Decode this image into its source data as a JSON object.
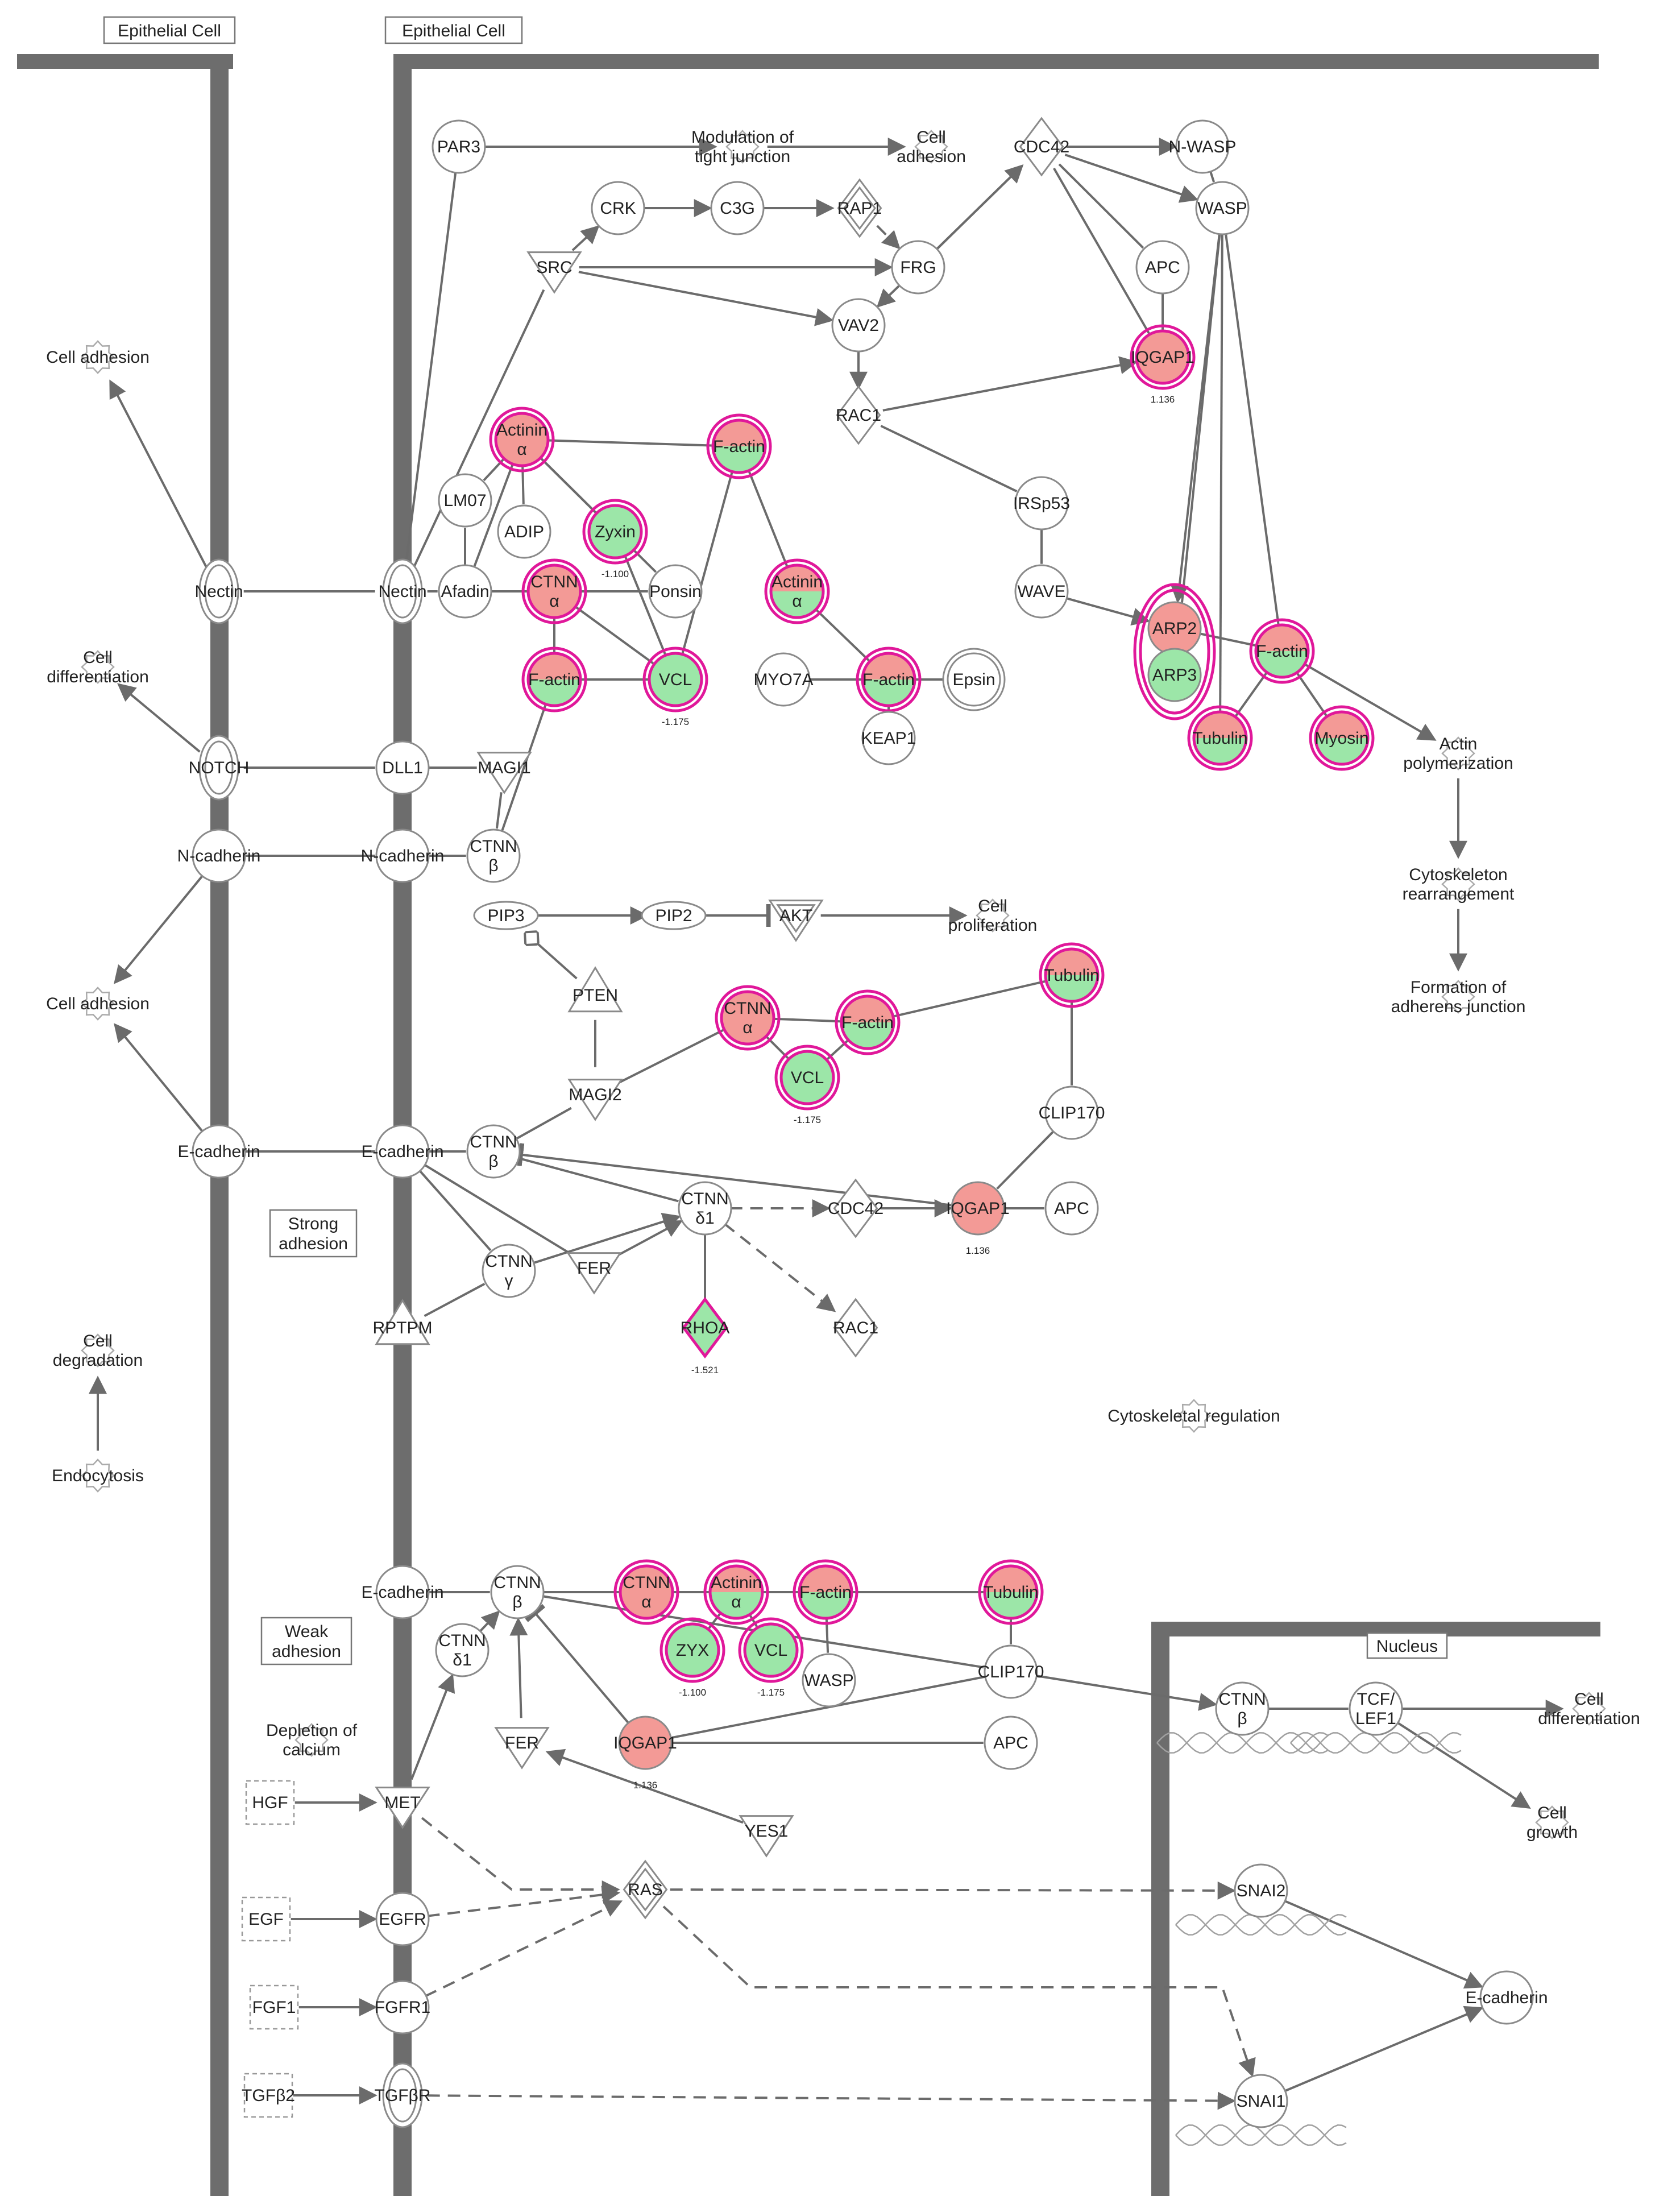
{
  "compartments": {
    "cell1": "Epithelial Cell",
    "cell2": "Epithelial Cell",
    "nucleus": "Nucleus"
  },
  "boxes": {
    "strong": [
      "Strong",
      "adhesion"
    ],
    "weak": [
      "Weak",
      "adhesion"
    ]
  },
  "colors": {
    "up": "#f39a96",
    "down": "#9ce6a8",
    "highlight": "#e0189a",
    "membrane": "#6d6d6d",
    "edge": "#6b6b6b"
  },
  "nodes": [
    {
      "id": "par3",
      "label": [
        "PAR3"
      ]
    },
    {
      "id": "mod_tj",
      "label": [
        "Modulation of",
        "tight junction"
      ],
      "shape": "function"
    },
    {
      "id": "cell_adh_top",
      "label": [
        "Cell",
        "adhesion"
      ],
      "shape": "function"
    },
    {
      "id": "cdc42_top",
      "label": [
        "CDC42"
      ],
      "shape": "diamond"
    },
    {
      "id": "nwasp",
      "label": [
        "N-WASP"
      ]
    },
    {
      "id": "crk",
      "label": [
        "CRK"
      ]
    },
    {
      "id": "c3g",
      "label": [
        "C3G"
      ]
    },
    {
      "id": "rap1",
      "label": [
        "RAP1"
      ],
      "shape": "ddiamond"
    },
    {
      "id": "wasp",
      "label": [
        "WASP"
      ]
    },
    {
      "id": "src",
      "label": [
        "SRC"
      ],
      "shape": "tridown"
    },
    {
      "id": "frg",
      "label": [
        "FRG"
      ]
    },
    {
      "id": "apc_top",
      "label": [
        "APC"
      ]
    },
    {
      "id": "vav2",
      "label": [
        "VAV2"
      ]
    },
    {
      "id": "iqgap1_top",
      "label": [
        "IQGAP1"
      ],
      "fc": "1.136",
      "expr": "up",
      "hl": true
    },
    {
      "id": "cell_adh_left1",
      "label": [
        "Cell adhesion"
      ],
      "shape": "function"
    },
    {
      "id": "rac1_top",
      "label": [
        "RAC1"
      ],
      "shape": "diamond"
    },
    {
      "id": "actinin_a1",
      "label": [
        "Actinin",
        "α"
      ],
      "expr": "up",
      "hl": true
    },
    {
      "id": "factin1",
      "label": [
        "F-actin"
      ],
      "expr": "split",
      "hl": true
    },
    {
      "id": "lm07",
      "label": [
        "LM07"
      ]
    },
    {
      "id": "adip",
      "label": [
        "ADIP"
      ]
    },
    {
      "id": "zyxin",
      "label": [
        "Zyxin"
      ],
      "fc": "-1.100",
      "expr": "down",
      "hl": true
    },
    {
      "id": "irsp53",
      "label": [
        "IRSp53"
      ]
    },
    {
      "id": "nectin_l",
      "label": [
        "Nectin"
      ],
      "shape": "ellipse2"
    },
    {
      "id": "nectin_r",
      "label": [
        "Nectin"
      ],
      "shape": "ellipse2"
    },
    {
      "id": "afadin",
      "label": [
        "Afadin"
      ]
    },
    {
      "id": "ctnna1",
      "label": [
        "CTNN",
        "α"
      ],
      "expr": "up",
      "hl": true
    },
    {
      "id": "ponsin",
      "label": [
        "Ponsin"
      ]
    },
    {
      "id": "actinin_a2",
      "label": [
        "Actinin",
        "α"
      ],
      "expr": "split",
      "hl": true
    },
    {
      "id": "wave",
      "label": [
        "WAVE"
      ]
    },
    {
      "id": "arp2",
      "label": [
        "ARP2"
      ],
      "expr": "up"
    },
    {
      "id": "arp3",
      "label": [
        "ARP3"
      ],
      "expr": "down"
    },
    {
      "id": "factin_r",
      "label": [
        "F-actin"
      ],
      "expr": "split",
      "hl": true
    },
    {
      "id": "cell_diff_left",
      "label": [
        "Cell",
        "differentiation"
      ],
      "shape": "function"
    },
    {
      "id": "factin2",
      "label": [
        "F-actin"
      ],
      "expr": "split",
      "hl": true
    },
    {
      "id": "vcl1",
      "label": [
        "VCL"
      ],
      "fc": "-1.175",
      "expr": "down",
      "hl": true
    },
    {
      "id": "myo7a",
      "label": [
        "MYO7A"
      ]
    },
    {
      "id": "factin3",
      "label": [
        "F-actin"
      ],
      "expr": "split",
      "hl": true
    },
    {
      "id": "epsin",
      "label": [
        "Epsin"
      ],
      "shape": "circle2"
    },
    {
      "id": "tubulin1",
      "label": [
        "Tubulin"
      ],
      "expr": "split",
      "hl": true
    },
    {
      "id": "myosin",
      "label": [
        "Myosin"
      ],
      "expr": "split",
      "hl": true
    },
    {
      "id": "actin_poly",
      "label": [
        "Actin",
        "polymerization"
      ],
      "shape": "function"
    },
    {
      "id": "notch",
      "label": [
        "NOTCH"
      ],
      "shape": "ellipse2"
    },
    {
      "id": "dll1",
      "label": [
        "DLL1"
      ]
    },
    {
      "id": "magi1",
      "label": [
        "MAGI1"
      ],
      "shape": "tridown"
    },
    {
      "id": "keap1",
      "label": [
        "KEAP1"
      ]
    },
    {
      "id": "ncad_l",
      "label": [
        "N-cadherin"
      ]
    },
    {
      "id": "ncad_r",
      "label": [
        "N-cadherin"
      ]
    },
    {
      "id": "ctnnb1",
      "label": [
        "CTNN",
        "β"
      ]
    },
    {
      "id": "cyto_rearr",
      "label": [
        "Cytoskeleton",
        "rearrangement"
      ],
      "shape": "function"
    },
    {
      "id": "pip3",
      "label": [
        "PIP3"
      ],
      "shape": "oval"
    },
    {
      "id": "pip2",
      "label": [
        "PIP2"
      ],
      "shape": "oval"
    },
    {
      "id": "akt",
      "label": [
        "AKT"
      ],
      "shape": "tridown2"
    },
    {
      "id": "cell_prolif",
      "label": [
        "Cell",
        "proliferation"
      ],
      "shape": "function"
    },
    {
      "id": "tubulin2",
      "label": [
        "Tubulin"
      ],
      "expr": "split",
      "hl": true
    },
    {
      "id": "pten",
      "label": [
        "PTEN"
      ],
      "shape": "triup"
    },
    {
      "id": "ctnna2",
      "label": [
        "CTNN",
        "α"
      ],
      "expr": "up",
      "hl": true
    },
    {
      "id": "factin4",
      "label": [
        "F-actin"
      ],
      "expr": "split",
      "hl": true
    },
    {
      "id": "cell_adh_left2",
      "label": [
        "Cell adhesion"
      ],
      "shape": "function"
    },
    {
      "id": "form_aj",
      "label": [
        "Formation of",
        "adherens junction"
      ],
      "shape": "function"
    },
    {
      "id": "vcl2",
      "label": [
        "VCL"
      ],
      "fc": "-1.175",
      "expr": "down",
      "hl": true
    },
    {
      "id": "magi2",
      "label": [
        "MAGI2"
      ],
      "shape": "tridown"
    },
    {
      "id": "clip170_1",
      "label": [
        "CLIP170"
      ]
    },
    {
      "id": "ecad_l1",
      "label": [
        "E-cadherin"
      ]
    },
    {
      "id": "ecad_r1",
      "label": [
        "E-cadherin"
      ]
    },
    {
      "id": "ctnnb2",
      "label": [
        "CTNN",
        "β"
      ]
    },
    {
      "id": "ctnnd1_1",
      "label": [
        "CTNN",
        "δ1"
      ]
    },
    {
      "id": "cdc42_mid",
      "label": [
        "CDC42"
      ],
      "shape": "diamond"
    },
    {
      "id": "iqgap1_mid",
      "label": [
        "IQGAP1"
      ],
      "fc": "1.136",
      "expr": "up"
    },
    {
      "id": "apc_mid",
      "label": [
        "APC"
      ]
    },
    {
      "id": "ctnng",
      "label": [
        "CTNN",
        "γ"
      ]
    },
    {
      "id": "fer1",
      "label": [
        "FER"
      ],
      "shape": "tridown"
    },
    {
      "id": "cell_degr",
      "label": [
        "Cell",
        "degradation"
      ],
      "shape": "function"
    },
    {
      "id": "rptpm",
      "label": [
        "RPTPM"
      ],
      "shape": "triup"
    },
    {
      "id": "rhoa",
      "label": [
        "RHOA"
      ],
      "fc": "-1.521",
      "expr": "down",
      "shape": "diamond",
      "hl": true
    },
    {
      "id": "rac1_mid",
      "label": [
        "RAC1"
      ],
      "shape": "diamond"
    },
    {
      "id": "cyto_reg",
      "label": [
        "Cytoskeletal regulation"
      ],
      "shape": "function"
    },
    {
      "id": "endocytosis",
      "label": [
        "Endocytosis"
      ],
      "shape": "function"
    },
    {
      "id": "ecad_r2",
      "label": [
        "E-cadherin"
      ]
    },
    {
      "id": "ctnnb3",
      "label": [
        "CTNN",
        "β"
      ]
    },
    {
      "id": "ctnna3",
      "label": [
        "CTNN",
        "α"
      ],
      "expr": "up",
      "hl": true
    },
    {
      "id": "actinin_a3",
      "label": [
        "Actinin",
        "α"
      ],
      "expr": "split",
      "hl": true
    },
    {
      "id": "factin5",
      "label": [
        "F-actin"
      ],
      "expr": "split",
      "hl": true
    },
    {
      "id": "tubulin3",
      "label": [
        "Tubulin"
      ],
      "expr": "split",
      "hl": true
    },
    {
      "id": "ctnnd1_2",
      "label": [
        "CTNN",
        "δ1"
      ]
    },
    {
      "id": "zyx",
      "label": [
        "ZYX"
      ],
      "fc": "-1.100",
      "expr": "down",
      "hl": true
    },
    {
      "id": "vcl3",
      "label": [
        "VCL"
      ],
      "fc": "-1.175",
      "expr": "down",
      "hl": true
    },
    {
      "id": "wasp2",
      "label": [
        "WASP"
      ]
    },
    {
      "id": "clip170_2",
      "label": [
        "CLIP170"
      ]
    },
    {
      "id": "ctnnb_nuc",
      "label": [
        "CTNN",
        "β"
      ],
      "shape": "dna"
    },
    {
      "id": "tcf",
      "label": [
        "TCF/",
        "LEF1"
      ],
      "shape": "dna"
    },
    {
      "id": "cell_diff_nuc",
      "label": [
        "Cell",
        "differentiation"
      ],
      "shape": "function"
    },
    {
      "id": "depletion",
      "label": [
        "Depletion of",
        "calcium"
      ],
      "shape": "function"
    },
    {
      "id": "fer2",
      "label": [
        "FER"
      ],
      "shape": "tridown"
    },
    {
      "id": "iqgap1_bot",
      "label": [
        "IQGAP1"
      ],
      "fc": "1.136",
      "expr": "up"
    },
    {
      "id": "apc_bot",
      "label": [
        "APC"
      ]
    },
    {
      "id": "hgf",
      "label": [
        "HGF"
      ],
      "shape": "dashbox"
    },
    {
      "id": "met",
      "label": [
        "MET"
      ],
      "shape": "tridown"
    },
    {
      "id": "cell_growth",
      "label": [
        "Cell",
        "growth"
      ],
      "shape": "function"
    },
    {
      "id": "yes1",
      "label": [
        "YES1"
      ],
      "shape": "tridown"
    },
    {
      "id": "egf",
      "label": [
        "EGF"
      ],
      "shape": "dashbox"
    },
    {
      "id": "egfr",
      "label": [
        "EGFR"
      ]
    },
    {
      "id": "ras",
      "label": [
        "RAS"
      ],
      "shape": "ddiamond"
    },
    {
      "id": "snai2",
      "label": [
        "SNAI2"
      ],
      "shape": "dna"
    },
    {
      "id": "fgf1",
      "label": [
        "FGF1"
      ],
      "shape": "dashbox"
    },
    {
      "id": "fgfr1",
      "label": [
        "FGFR1"
      ]
    },
    {
      "id": "ecad_nuc",
      "label": [
        "E-cadherin"
      ]
    },
    {
      "id": "tgfb2",
      "label": [
        "TGFβ2"
      ],
      "shape": "dashbox"
    },
    {
      "id": "tgfbr",
      "label": [
        "TGFβR"
      ],
      "shape": "ellipse2"
    },
    {
      "id": "snai1",
      "label": [
        "SNAI1"
      ],
      "shape": "dna"
    }
  ]
}
